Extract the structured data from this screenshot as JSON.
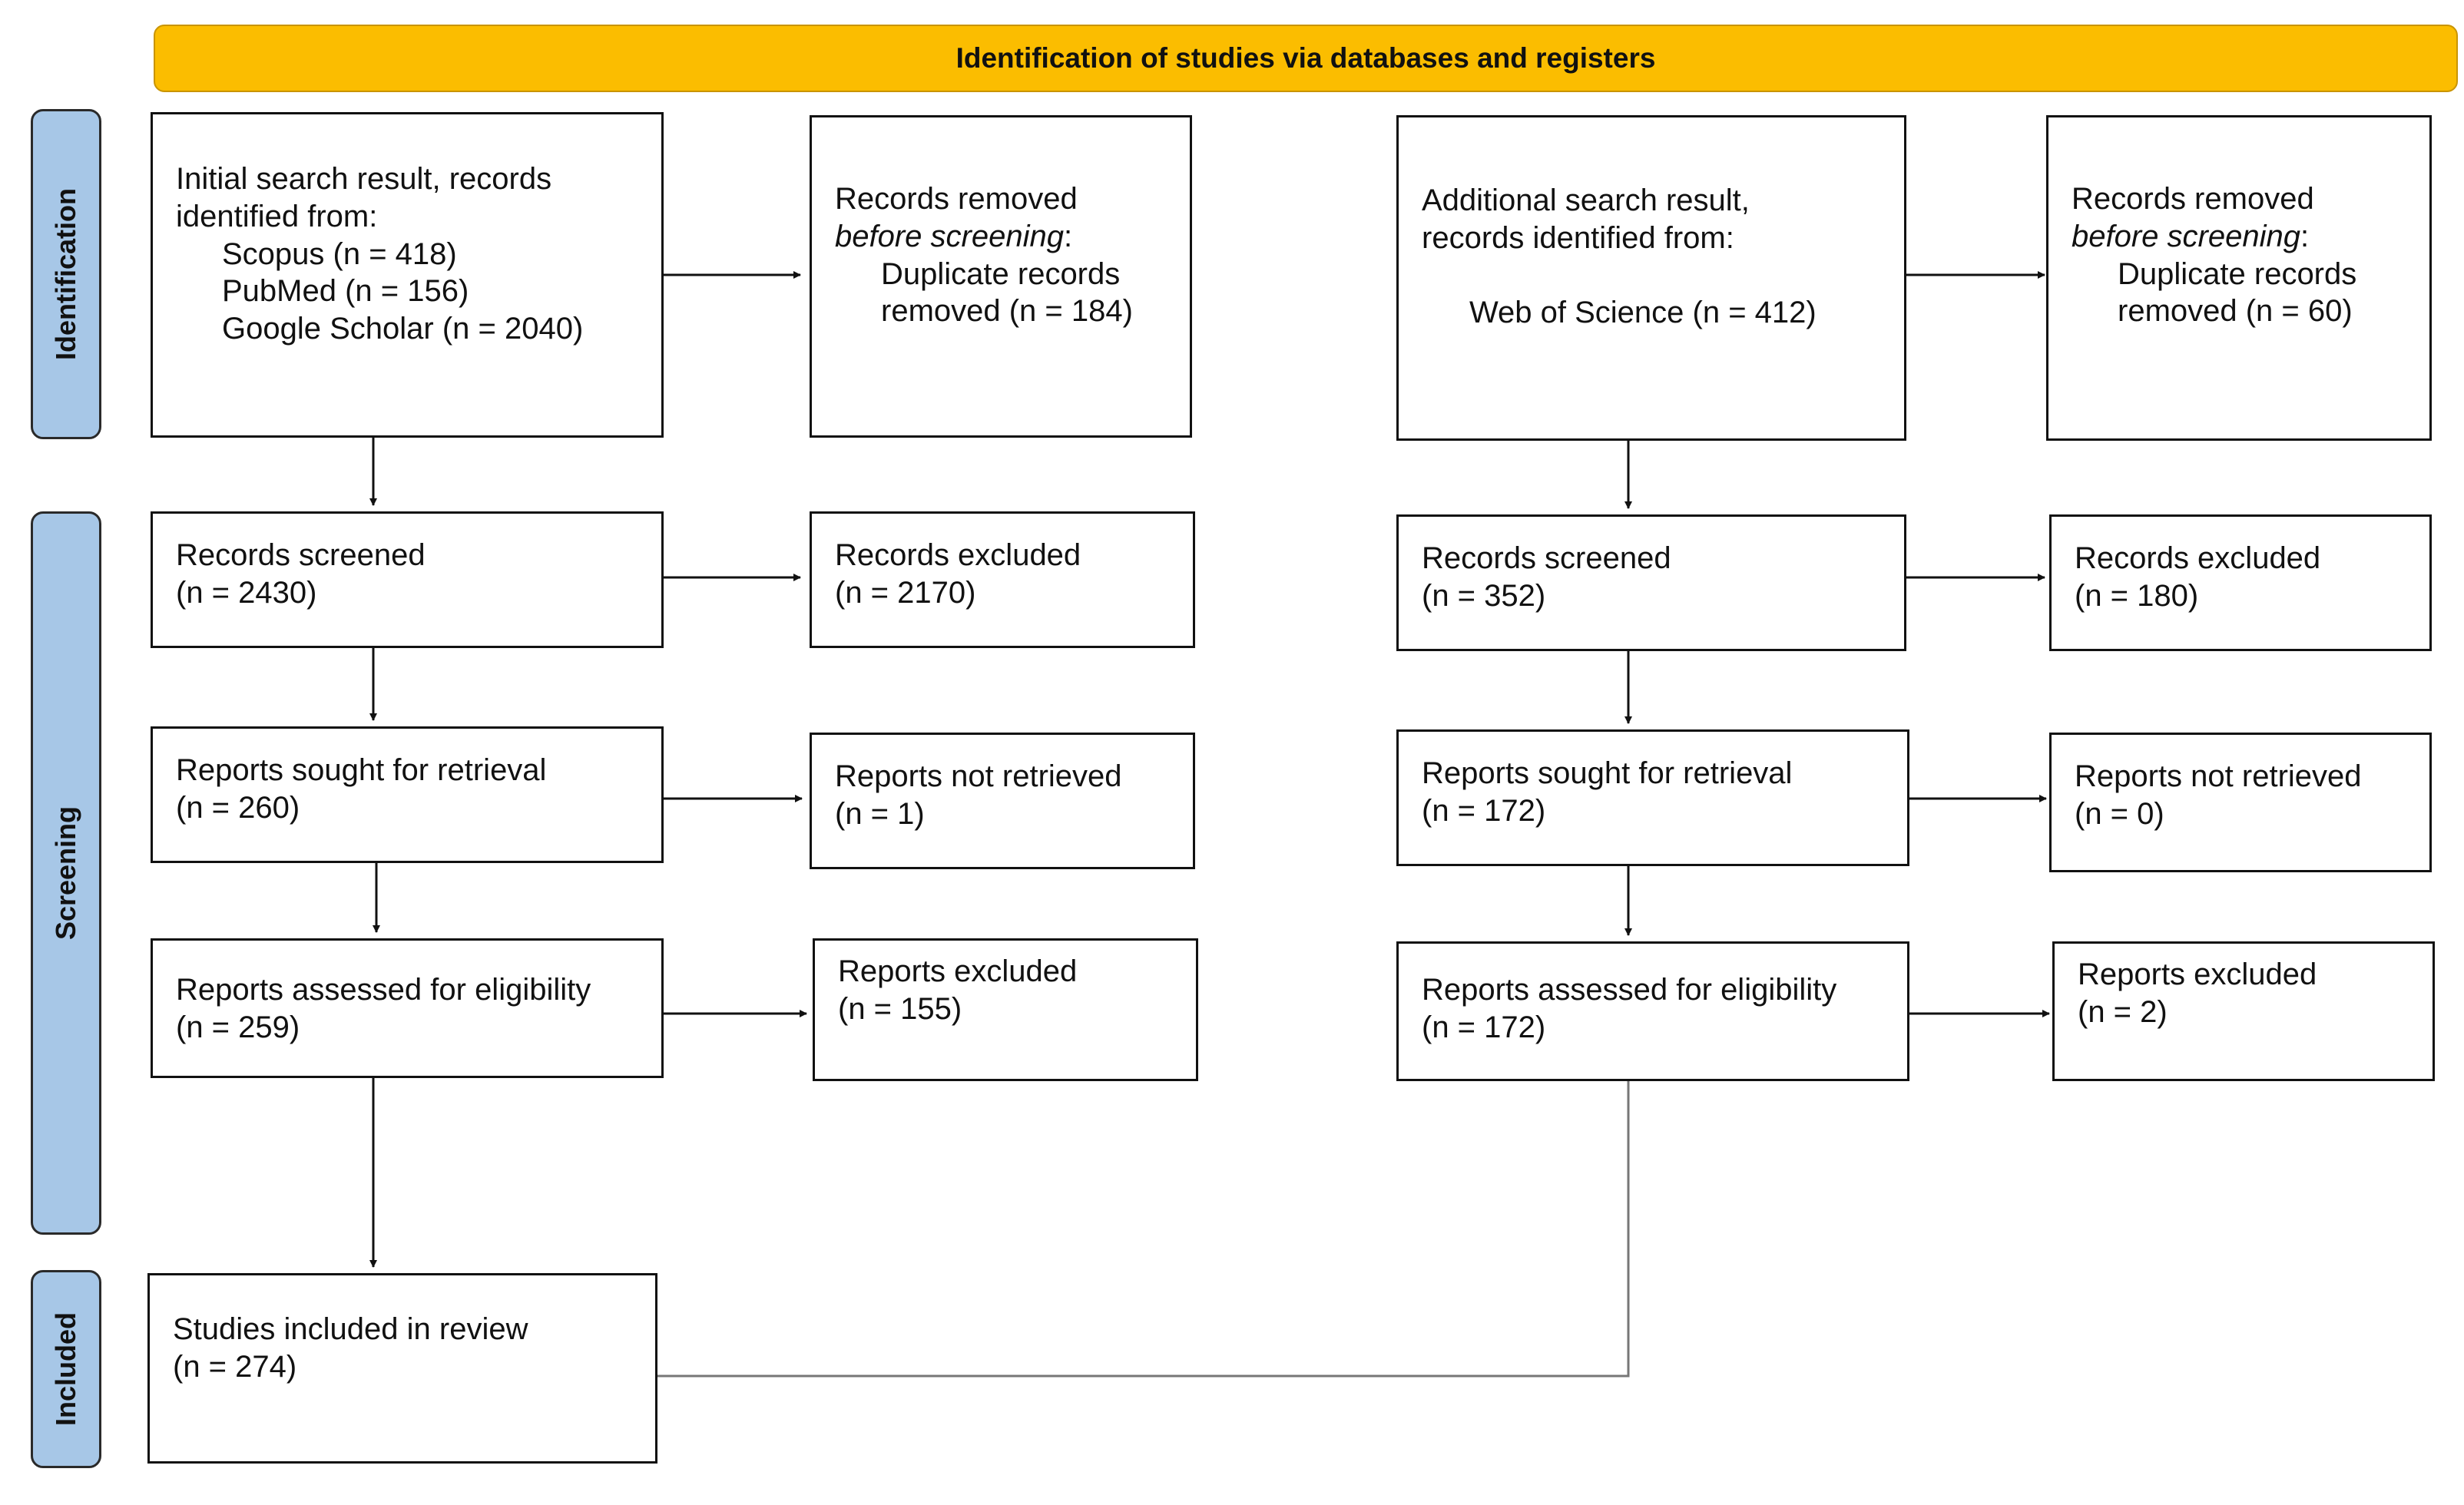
{
  "header": {
    "title": "Identification of studies via databases and registers"
  },
  "phases": {
    "identification": "Identification",
    "screening": "Screening",
    "included": "Included"
  },
  "left": {
    "identified": {
      "line1": "Initial search result, records",
      "line2": "identified from:",
      "sources": [
        "Scopus (n = 418)",
        "PubMed (n = 156)",
        "Google Scholar (n = 2040)"
      ]
    },
    "removed": {
      "line1": "Records removed",
      "line2_italic": "before screening",
      "line2_suffix": ":",
      "line3": "Duplicate records",
      "line4": "removed (n = 184)"
    },
    "screened": {
      "label": "Records screened",
      "count": "(n = 2430)"
    },
    "excluded": {
      "label": "Records excluded",
      "count": "(n = 2170)"
    },
    "sought": {
      "label": "Reports sought for retrieval",
      "count": "(n = 260)"
    },
    "not_retrieved": {
      "label": "Reports not retrieved",
      "count": "(n = 1)"
    },
    "assessed": {
      "label": "Reports assessed for eligibility",
      "count": "(n = 259)"
    },
    "reports_excluded": {
      "label": "Reports excluded",
      "count": "(n = 155)"
    }
  },
  "right": {
    "identified": {
      "line1": "Additional search result,",
      "line2": "records identified from:",
      "source": "Web of Science (n = 412)"
    },
    "removed": {
      "line1": "Records removed",
      "line2_italic": "before screening",
      "line2_suffix": ":",
      "line3": "Duplicate records",
      "line4": "removed (n = 60)"
    },
    "screened": {
      "label": "Records screened",
      "count": "(n = 352)"
    },
    "excluded": {
      "label": "Records excluded",
      "count": "(n = 180)"
    },
    "sought": {
      "label": "Reports sought for retrieval",
      "count": "(n = 172)"
    },
    "not_retrieved": {
      "label": "Reports not retrieved",
      "count": "(n = 0)"
    },
    "assessed": {
      "label": "Reports assessed for eligibility",
      "count": "(n = 172)"
    },
    "reports_excluded": {
      "label": "Reports excluded",
      "count": "(n = 2)"
    }
  },
  "included": {
    "label": "Studies included in review",
    "count": "(n = 274)"
  },
  "colors": {
    "header": "#fbbd00",
    "phase": "#a7c7e7",
    "line": "#111111",
    "merge_line": "#777777"
  }
}
